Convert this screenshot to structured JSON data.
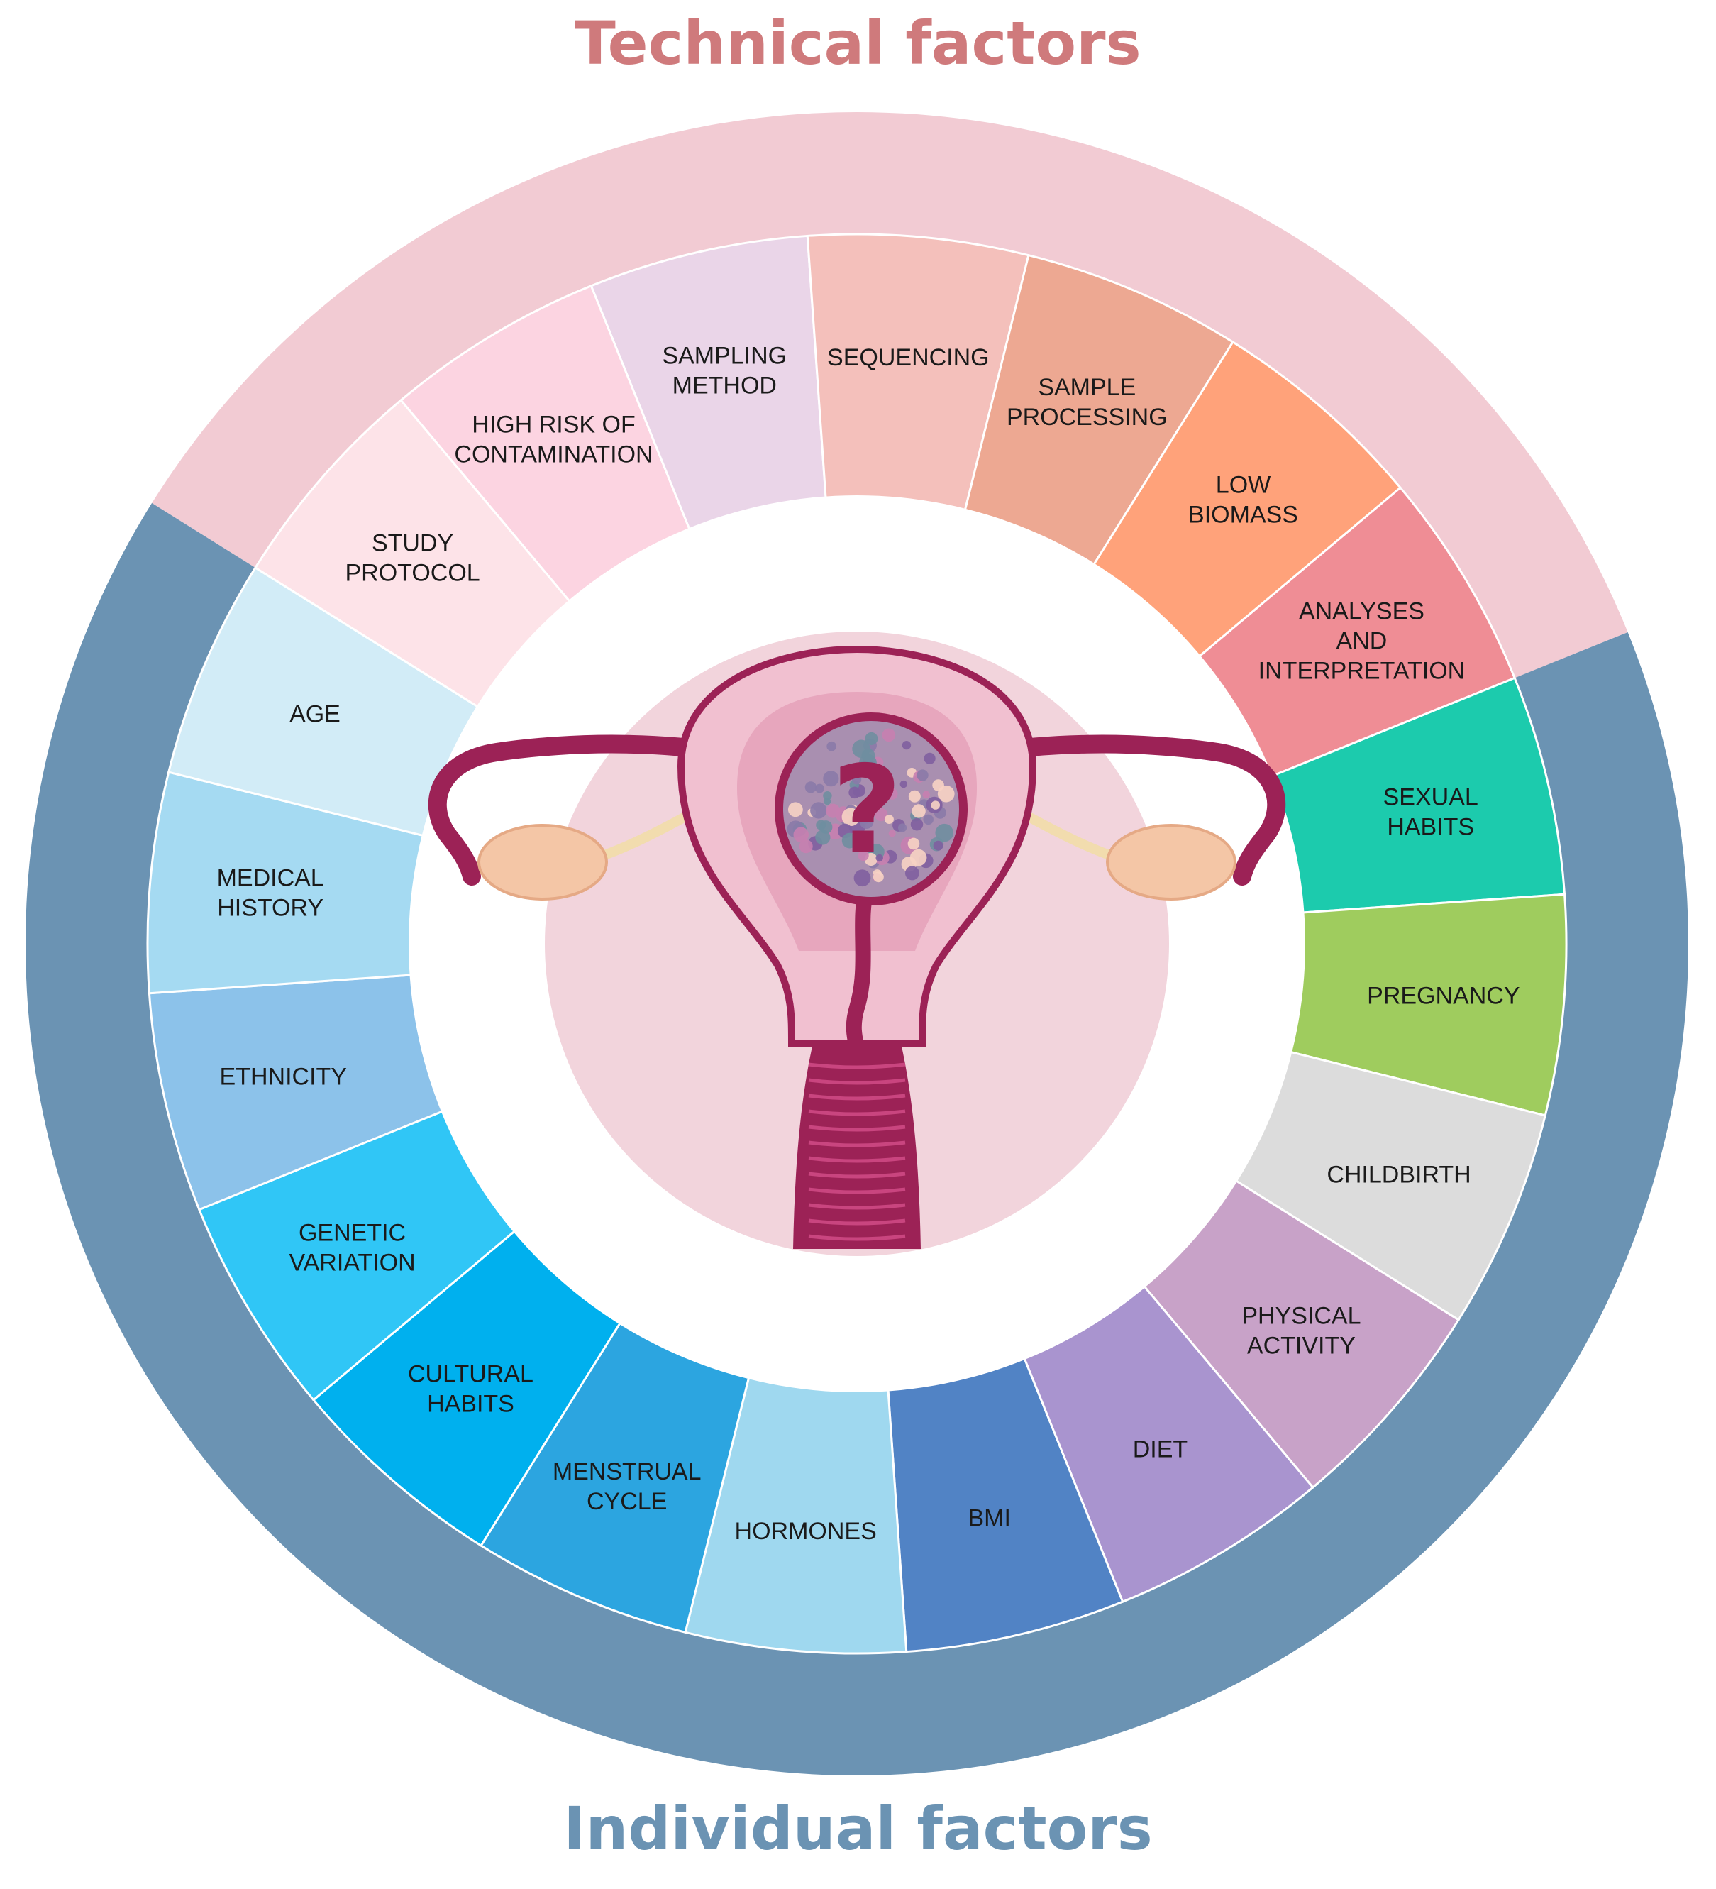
{
  "groups": {
    "technical": {
      "title": "Technical factors",
      "ring_color": "#f2cbd3",
      "title_color": "#cf7a7c"
    },
    "individual": {
      "title": "Individual factors",
      "ring_color": "#6b93b3",
      "title_color": "#6b93b3"
    }
  },
  "segments": [
    {
      "lines": [
        "STUDY",
        "PROTOCOL"
      ],
      "color": "#fde3e8",
      "group": "technical"
    },
    {
      "lines": [
        "HIGH RISK OF",
        "CONTAMINATION"
      ],
      "color": "#fcd4e1",
      "group": "technical"
    },
    {
      "lines": [
        "SAMPLING",
        "METHOD"
      ],
      "color": "#ead5e8",
      "group": "technical"
    },
    {
      "lines": [
        "SEQUENCING"
      ],
      "color": "#f4c0bb",
      "group": "technical"
    },
    {
      "lines": [
        "SAMPLE",
        "PROCESSING"
      ],
      "color": "#eda892",
      "group": "technical"
    },
    {
      "lines": [
        "LOW",
        "BIOMASS"
      ],
      "color": "#ffa27a",
      "group": "technical"
    },
    {
      "lines": [
        "ANALYSES",
        "AND",
        "INTERPRETATION"
      ],
      "color": "#ef8d95",
      "group": "technical"
    },
    {
      "lines": [
        "SEXUAL",
        "HABITS"
      ],
      "color": "#1ccbad",
      "group": "individual"
    },
    {
      "lines": [
        "PREGNANCY"
      ],
      "color": "#9fcc5e",
      "group": "individual"
    },
    {
      "lines": [
        "CHILDBIRTH"
      ],
      "color": "#dcdcdc",
      "group": "individual"
    },
    {
      "lines": [
        "PHYSICAL",
        "ACTIVITY"
      ],
      "color": "#c8a2c8",
      "group": "individual"
    },
    {
      "lines": [
        "DIET"
      ],
      "color": "#a994cf",
      "group": "individual"
    },
    {
      "lines": [
        "BMI"
      ],
      "color": "#5183c5",
      "group": "individual"
    },
    {
      "lines": [
        "HORMONES"
      ],
      "color": "#9fd8ef",
      "group": "individual"
    },
    {
      "lines": [
        "MENSTRUAL",
        "CYCLE"
      ],
      "color": "#2ca5e0",
      "group": "individual"
    },
    {
      "lines": [
        "CULTURAL",
        "HABITS"
      ],
      "color": "#00b0ee",
      "group": "individual"
    },
    {
      "lines": [
        "GENETIC",
        "VARIATION"
      ],
      "color": "#30c6f6",
      "group": "individual"
    },
    {
      "lines": [
        "ETHNICITY"
      ],
      "color": "#8cc2ea",
      "group": "individual"
    },
    {
      "lines": [
        "MEDICAL",
        "HISTORY"
      ],
      "color": "#a5daf2",
      "group": "individual"
    },
    {
      "lines": [
        "AGE"
      ],
      "color": "#d2ecf7",
      "group": "individual"
    }
  ],
  "center": {
    "mark": "?",
    "colors": {
      "disc": "#f2d4dc",
      "body": "#f1c0d0",
      "tissue": "#e7a6bd",
      "dark": "#9c2256",
      "ovary": "#f4c6a6",
      "tube": "#f2dcae"
    }
  }
}
